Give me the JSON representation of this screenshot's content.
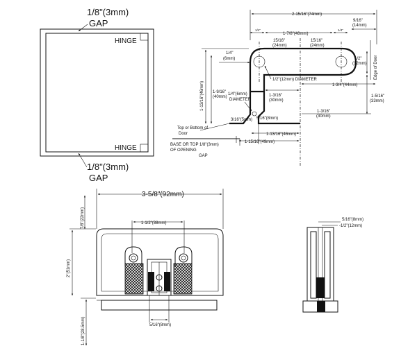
{
  "colors": {
    "ink": "#111111",
    "paper": "#ffffff"
  },
  "door_diagram": {
    "gap_top": "1/8\"(3mm)",
    "gap_top_word": "GAP",
    "hinge_top": "HINGE",
    "hinge_bottom": "HINGE",
    "gap_bottom": "1/8\"(3mm)",
    "gap_bottom_word": "GAP"
  },
  "section_view": {
    "dim_overall": "2-15/16\"(74mm)",
    "dim_9_16": "9/16\"",
    "dim_9_16_mm": "(14mm)",
    "dim_small_left": "1/4\"",
    "dim_small_right": "1/4\"",
    "dim_1_7_8": "1-7/8\"(48mm)",
    "dim_15_16_a": "15/16\"",
    "dim_15_16_a_mm": "(24mm)",
    "dim_15_16_b": "15/16\"",
    "dim_15_16_b_mm": "(24mm)",
    "edge_of_door": "Edge of Door",
    "dim_1_4": "1/4\"",
    "dim_1_4_mm": "(6mm)",
    "dim_1_2": "1/2\"",
    "dim_1_2_mm": "(12mm)",
    "diameter_half": "1/2\"(12mm) DIAMETER",
    "dim_1_13_16_vert": "1-13/16\"(46mm)",
    "dim_1_9_16": "1-9/16\"",
    "dim_1_9_16_mm": "(40mm)",
    "diameter_quarter": "1/4\"(6mm)",
    "diameter_word": "DIAMETER",
    "dim_1_3_16_a": "1-3/16\"",
    "dim_1_3_16_a_mm": "(30mm)",
    "dim_1_3_4": "1-3/4\"(44mm)",
    "dim_1_5_16": "1-5/16\"",
    "dim_1_5_16_mm": "(33mm)",
    "dim_1_3_16_b": "1-3/16\"",
    "dim_1_3_16_b_mm": "(30mm)",
    "dim_3_16": "3/16\"(5mm)",
    "dim_5_16": "5/16\"(8mm)",
    "top_bottom_door_1": "Top or Bottom of",
    "top_bottom_door_2": "Door",
    "dim_1_13_16_horiz": "1-13/16\"(46mm)",
    "dim_1_15_16": "1-15/16\"(49mm)",
    "base_opening_1": "BASE OR TOP",
    "base_opening_2": "OF OPENING",
    "gap_1_8": "1/8\"(3mm)",
    "gap_word": "GAP"
  },
  "front_view": {
    "dim_3_5_8": "3-5/8\"(92mm)",
    "dim_7_8": "7/8\"(22mm)",
    "dim_1_1_2": "1-1/2\"(38mm)",
    "dim_2": "2\"(51mm)",
    "dim_1_1_8": "1-1/8\"(28.5mm)",
    "dim_5_16": "5/16\"(8mm)"
  },
  "side_view": {
    "dim_5_16": "5/16\"(8mm)",
    "dim_1_2": "-1/2\"(12mm)"
  }
}
